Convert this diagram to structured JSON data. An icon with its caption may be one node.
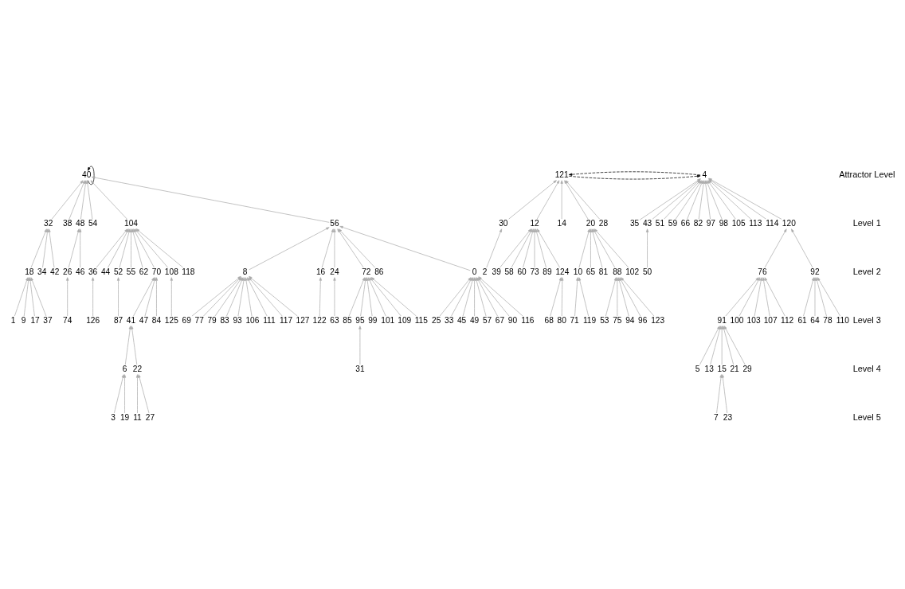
{
  "diagram": {
    "nodes": [
      {
        "text": [
          "0"
        ]
      },
      {
        "text": [
          "1"
        ]
      },
      {
        "text": [
          "2"
        ]
      },
      {
        "text": [
          "3"
        ]
      },
      {
        "text": [
          "4"
        ]
      },
      {
        "text": [
          "5"
        ]
      },
      {
        "text": [
          "6"
        ]
      },
      {
        "text": [
          "7"
        ]
      },
      {
        "text": [
          "8"
        ]
      },
      {
        "text": [
          "9"
        ]
      },
      {
        "text": [
          "10"
        ]
      },
      {
        "text": [
          "11"
        ]
      },
      {
        "text": [
          "12"
        ]
      },
      {
        "text": [
          "13"
        ]
      },
      {
        "text": [
          "14"
        ]
      },
      {
        "text": [
          "15"
        ]
      },
      {
        "text": [
          "16"
        ]
      },
      {
        "text": [
          "17"
        ]
      },
      {
        "text": [
          "18"
        ]
      },
      {
        "text": [
          "19"
        ]
      },
      {
        "text": [
          "20"
        ]
      },
      {
        "text": [
          "21"
        ]
      },
      {
        "text": [
          "22"
        ]
      },
      {
        "text": [
          "23"
        ]
      },
      {
        "text": [
          "24"
        ]
      },
      {
        "text": [
          "25"
        ]
      },
      {
        "text": [
          "26"
        ]
      },
      {
        "text": [
          "27"
        ]
      },
      {
        "text": [
          "28"
        ]
      },
      {
        "text": [
          "29"
        ]
      },
      {
        "text": [
          "30"
        ]
      },
      {
        "text": [
          "31"
        ]
      },
      {
        "text": [
          "32"
        ]
      },
      {
        "text": [
          "33"
        ]
      },
      {
        "text": [
          "34"
        ]
      },
      {
        "text": [
          "35"
        ]
      },
      {
        "text": [
          "36"
        ]
      },
      {
        "text": [
          "37"
        ]
      },
      {
        "text": [
          "38"
        ]
      },
      {
        "text": [
          "39"
        ]
      },
      {
        "text": [
          "40"
        ]
      },
      {
        "text": [
          "41"
        ]
      },
      {
        "text": [
          "42"
        ]
      },
      {
        "text": [
          "43"
        ]
      },
      {
        "text": [
          "44"
        ]
      },
      {
        "text": [
          "45"
        ]
      },
      {
        "text": [
          "46"
        ]
      },
      {
        "text": [
          "47"
        ]
      },
      {
        "text": [
          "48"
        ]
      },
      {
        "text": [
          "49"
        ]
      },
      {
        "text": [
          "50"
        ]
      },
      {
        "text": [
          "51"
        ]
      },
      {
        "text": [
          "52"
        ]
      },
      {
        "text": [
          "53"
        ]
      },
      {
        "text": [
          "54"
        ]
      },
      {
        "text": [
          "55"
        ]
      },
      {
        "text": [
          "56"
        ]
      },
      {
        "text": [
          "57"
        ]
      },
      {
        "text": [
          "58"
        ]
      },
      {
        "text": [
          "59"
        ]
      },
      {
        "text": [
          "60"
        ]
      },
      {
        "text": [
          "61"
        ]
      },
      {
        "text": [
          "62"
        ]
      },
      {
        "text": [
          "63"
        ]
      },
      {
        "text": [
          "64"
        ]
      },
      {
        "text": [
          "65"
        ]
      },
      {
        "text": [
          "66"
        ]
      },
      {
        "text": [
          "67"
        ]
      },
      {
        "text": [
          "68"
        ]
      },
      {
        "text": [
          "69"
        ]
      },
      {
        "text": [
          "70"
        ]
      },
      {
        "text": [
          "71"
        ]
      },
      {
        "text": [
          "72"
        ]
      },
      {
        "text": [
          "73"
        ]
      },
      {
        "text": [
          "74"
        ]
      },
      {
        "text": [
          "75"
        ]
      },
      {
        "text": [
          "76"
        ]
      },
      {
        "text": [
          "77"
        ]
      },
      {
        "text": [
          "78"
        ]
      },
      {
        "text": [
          "79"
        ]
      },
      {
        "text": [
          "80"
        ]
      },
      {
        "text": [
          "81"
        ]
      },
      {
        "text": [
          "82"
        ]
      },
      {
        "text": [
          "83"
        ]
      },
      {
        "text": [
          "84"
        ]
      },
      {
        "text": [
          "85"
        ]
      },
      {
        "text": [
          "86"
        ]
      },
      {
        "text": [
          "87"
        ]
      },
      {
        "text": [
          "88"
        ]
      },
      {
        "text": [
          "89"
        ]
      },
      {
        "text": [
          "90"
        ]
      },
      {
        "text": [
          "91"
        ]
      },
      {
        "text": [
          "92"
        ]
      },
      {
        "text": [
          "93"
        ]
      },
      {
        "text": [
          "94"
        ]
      },
      {
        "text": [
          "95"
        ]
      },
      {
        "text": [
          "96"
        ]
      },
      {
        "text": [
          "97"
        ]
      },
      {
        "text": [
          "98"
        ]
      },
      {
        "text": [
          "99"
        ]
      },
      {
        "text": [
          "100"
        ]
      },
      {
        "text": [
          "101"
        ]
      },
      {
        "text": [
          "102"
        ]
      },
      {
        "text": [
          "103"
        ]
      },
      {
        "text": [
          "104"
        ]
      },
      {
        "text": [
          "105"
        ]
      },
      {
        "text": [
          "106"
        ]
      },
      {
        "text": [
          "107"
        ]
      },
      {
        "text": [
          "108"
        ]
      },
      {
        "text": [
          "109"
        ]
      },
      {
        "text": [
          "110"
        ]
      },
      {
        "text": [
          "111"
        ]
      },
      {
        "text": [
          "112"
        ]
      },
      {
        "text": [
          "113"
        ]
      },
      {
        "text": [
          "114"
        ]
      },
      {
        "text": [
          "115"
        ]
      },
      {
        "text": [
          "116"
        ]
      },
      {
        "text": [
          "117"
        ]
      },
      {
        "text": [
          "118"
        ]
      },
      {
        "text": [
          "119"
        ]
      },
      {
        "text": [
          "120"
        ]
      },
      {
        "text": [
          "121"
        ]
      },
      {
        "text": [
          "122"
        ]
      },
      {
        "text": [
          "123"
        ]
      },
      {
        "text": [
          "124"
        ]
      },
      {
        "text": [
          "125"
        ]
      },
      {
        "text": [
          "126"
        ]
      },
      {
        "text": [
          "127"
        ]
      }
    ],
    "edges": [
      {
        "from": 0,
        "to": 56,
        "arrow": "to"
      },
      {
        "from": 1,
        "to": 18,
        "arrow": "to"
      },
      {
        "from": 2,
        "to": 30,
        "arrow": "to"
      },
      {
        "from": 3,
        "to": 6,
        "arrow": "to"
      },
      {
        "from": 4,
        "to": 121,
        "arrow": "to",
        "style": "dashed",
        "color": "#000000"
      },
      {
        "from": 5,
        "to": 91,
        "arrow": "to"
      },
      {
        "from": 6,
        "to": 41,
        "arrow": "to"
      },
      {
        "from": 7,
        "to": 15,
        "arrow": "to"
      },
      {
        "from": 8,
        "to": 56,
        "arrow": "to"
      },
      {
        "from": 9,
        "to": 18,
        "arrow": "to"
      },
      {
        "from": 10,
        "to": 20,
        "arrow": "to"
      },
      {
        "from": 11,
        "to": 22,
        "arrow": "to"
      },
      {
        "from": 12,
        "to": 121,
        "arrow": "to"
      },
      {
        "from": 13,
        "to": 91,
        "arrow": "to"
      },
      {
        "from": 14,
        "to": 121,
        "arrow": "to"
      },
      {
        "from": 15,
        "to": 91,
        "arrow": "to"
      },
      {
        "from": 16,
        "to": 56,
        "arrow": "to"
      },
      {
        "from": 17,
        "to": 18,
        "arrow": "to"
      },
      {
        "from": 18,
        "to": 32,
        "arrow": "to"
      },
      {
        "from": 19,
        "to": 6,
        "arrow": "to"
      },
      {
        "from": 20,
        "to": 121,
        "arrow": "to"
      },
      {
        "from": 21,
        "to": 91,
        "arrow": "to"
      },
      {
        "from": 22,
        "to": 41,
        "arrow": "to"
      },
      {
        "from": 23,
        "to": 15,
        "arrow": "to"
      },
      {
        "from": 24,
        "to": 56,
        "arrow": "to"
      },
      {
        "from": 25,
        "to": 0,
        "arrow": "to"
      },
      {
        "from": 26,
        "to": 48,
        "arrow": "to"
      },
      {
        "from": 27,
        "to": 22,
        "arrow": "to"
      },
      {
        "from": 28,
        "to": 121,
        "arrow": "to"
      },
      {
        "from": 29,
        "to": 91,
        "arrow": "to"
      },
      {
        "from": 30,
        "to": 121,
        "arrow": "to"
      },
      {
        "from": 31,
        "to": 95,
        "arrow": "to"
      },
      {
        "from": 32,
        "to": 40,
        "arrow": "to"
      },
      {
        "from": 33,
        "to": 0,
        "arrow": "to"
      },
      {
        "from": 34,
        "to": 32,
        "arrow": "to"
      },
      {
        "from": 35,
        "to": 4,
        "arrow": "to"
      },
      {
        "from": 36,
        "to": 104,
        "arrow": "to"
      },
      {
        "from": 37,
        "to": 18,
        "arrow": "to"
      },
      {
        "from": 38,
        "to": 40,
        "arrow": "to"
      },
      {
        "from": 39,
        "to": 12,
        "arrow": "to"
      },
      {
        "from": 40,
        "to": 40,
        "arrow": "to",
        "color": "#000000"
      },
      {
        "from": 41,
        "to": 70,
        "arrow": "to"
      },
      {
        "from": 42,
        "to": 32,
        "arrow": "to"
      },
      {
        "from": 43,
        "to": 4,
        "arrow": "to"
      },
      {
        "from": 44,
        "to": 104,
        "arrow": "to"
      },
      {
        "from": 45,
        "to": 0,
        "arrow": "to"
      },
      {
        "from": 46,
        "to": 48,
        "arrow": "to"
      },
      {
        "from": 47,
        "to": 70,
        "arrow": "to"
      },
      {
        "from": 48,
        "to": 40,
        "arrow": "to"
      },
      {
        "from": 49,
        "to": 0,
        "arrow": "to"
      },
      {
        "from": 50,
        "to": 43,
        "arrow": "to"
      },
      {
        "from": 51,
        "to": 4,
        "arrow": "to"
      },
      {
        "from": 52,
        "to": 104,
        "arrow": "to"
      },
      {
        "from": 53,
        "to": 88,
        "arrow": "to"
      },
      {
        "from": 54,
        "to": 40,
        "arrow": "to"
      },
      {
        "from": 55,
        "to": 104,
        "arrow": "to"
      },
      {
        "from": 56,
        "to": 40,
        "arrow": "to"
      },
      {
        "from": 57,
        "to": 0,
        "arrow": "to"
      },
      {
        "from": 58,
        "to": 12,
        "arrow": "to"
      },
      {
        "from": 59,
        "to": 4,
        "arrow": "to"
      },
      {
        "from": 60,
        "to": 12,
        "arrow": "to"
      },
      {
        "from": 61,
        "to": 92,
        "arrow": "to"
      },
      {
        "from": 62,
        "to": 104,
        "arrow": "to"
      },
      {
        "from": 63,
        "to": 24,
        "arrow": "to"
      },
      {
        "from": 64,
        "to": 92,
        "arrow": "to"
      },
      {
        "from": 65,
        "to": 20,
        "arrow": "to"
      },
      {
        "from": 66,
        "to": 4,
        "arrow": "to"
      },
      {
        "from": 67,
        "to": 0,
        "arrow": "to"
      },
      {
        "from": 68,
        "to": 124,
        "arrow": "to"
      },
      {
        "from": 69,
        "to": 8,
        "arrow": "to"
      },
      {
        "from": 70,
        "to": 104,
        "arrow": "to"
      },
      {
        "from": 71,
        "to": 10,
        "arrow": "to"
      },
      {
        "from": 72,
        "to": 56,
        "arrow": "to"
      },
      {
        "from": 73,
        "to": 12,
        "arrow": "to"
      },
      {
        "from": 74,
        "to": 26,
        "arrow": "to"
      },
      {
        "from": 75,
        "to": 88,
        "arrow": "to"
      },
      {
        "from": 76,
        "to": 120,
        "arrow": "to"
      },
      {
        "from": 77,
        "to": 8,
        "arrow": "to"
      },
      {
        "from": 78,
        "to": 92,
        "arrow": "to"
      },
      {
        "from": 79,
        "to": 8,
        "arrow": "to"
      },
      {
        "from": 80,
        "to": 124,
        "arrow": "to"
      },
      {
        "from": 81,
        "to": 20,
        "arrow": "to"
      },
      {
        "from": 82,
        "to": 4,
        "arrow": "to"
      },
      {
        "from": 83,
        "to": 8,
        "arrow": "to"
      },
      {
        "from": 84,
        "to": 70,
        "arrow": "to"
      },
      {
        "from": 85,
        "to": 72,
        "arrow": "to"
      },
      {
        "from": 86,
        "to": 56,
        "arrow": "to"
      },
      {
        "from": 87,
        "to": 52,
        "arrow": "to"
      },
      {
        "from": 88,
        "to": 20,
        "arrow": "to"
      },
      {
        "from": 89,
        "to": 12,
        "arrow": "to"
      },
      {
        "from": 90,
        "to": 0,
        "arrow": "to"
      },
      {
        "from": 91,
        "to": 76,
        "arrow": "to"
      },
      {
        "from": 92,
        "to": 120,
        "arrow": "to"
      },
      {
        "from": 93,
        "to": 8,
        "arrow": "to"
      },
      {
        "from": 94,
        "to": 88,
        "arrow": "to"
      },
      {
        "from": 95,
        "to": 72,
        "arrow": "to"
      },
      {
        "from": 96,
        "to": 88,
        "arrow": "to"
      },
      {
        "from": 97,
        "to": 4,
        "arrow": "to"
      },
      {
        "from": 98,
        "to": 4,
        "arrow": "to"
      },
      {
        "from": 99,
        "to": 72,
        "arrow": "to"
      },
      {
        "from": 100,
        "to": 76,
        "arrow": "to"
      },
      {
        "from": 101,
        "to": 72,
        "arrow": "to"
      },
      {
        "from": 102,
        "to": 20,
        "arrow": "to"
      },
      {
        "from": 103,
        "to": 76,
        "arrow": "to"
      },
      {
        "from": 104,
        "to": 40,
        "arrow": "to"
      },
      {
        "from": 105,
        "to": 4,
        "arrow": "to"
      },
      {
        "from": 106,
        "to": 8,
        "arrow": "to"
      },
      {
        "from": 107,
        "to": 76,
        "arrow": "to"
      },
      {
        "from": 108,
        "to": 104,
        "arrow": "to"
      },
      {
        "from": 109,
        "to": 72,
        "arrow": "to"
      },
      {
        "from": 110,
        "to": 92,
        "arrow": "to"
      },
      {
        "from": 111,
        "to": 8,
        "arrow": "to"
      },
      {
        "from": 112,
        "to": 76,
        "arrow": "to"
      },
      {
        "from": 113,
        "to": 4,
        "arrow": "to"
      },
      {
        "from": 114,
        "to": 4,
        "arrow": "to"
      },
      {
        "from": 115,
        "to": 72,
        "arrow": "to"
      },
      {
        "from": 116,
        "to": 0,
        "arrow": "to"
      },
      {
        "from": 117,
        "to": 8,
        "arrow": "to"
      },
      {
        "from": 118,
        "to": 104,
        "arrow": "to"
      },
      {
        "from": 119,
        "to": 10,
        "arrow": "to"
      },
      {
        "from": 120,
        "to": 4,
        "arrow": "to"
      },
      {
        "from": 121,
        "to": 4,
        "arrow": "to",
        "style": "dashed",
        "color": "#000000"
      },
      {
        "from": 122,
        "to": 16,
        "arrow": "to"
      },
      {
        "from": 123,
        "to": 88,
        "arrow": "to"
      },
      {
        "from": 124,
        "to": 12,
        "arrow": "to"
      },
      {
        "from": 125,
        "to": 108,
        "arrow": "to"
      },
      {
        "from": 126,
        "to": 36,
        "arrow": "to"
      },
      {
        "from": 127,
        "to": 8,
        "arrow": "to"
      }
    ],
    "labels": [
      "Attractor Level",
      "Level 1",
      "Level 2",
      "Level 3",
      "Level 4",
      "Level 5"
    ]
  }
}
